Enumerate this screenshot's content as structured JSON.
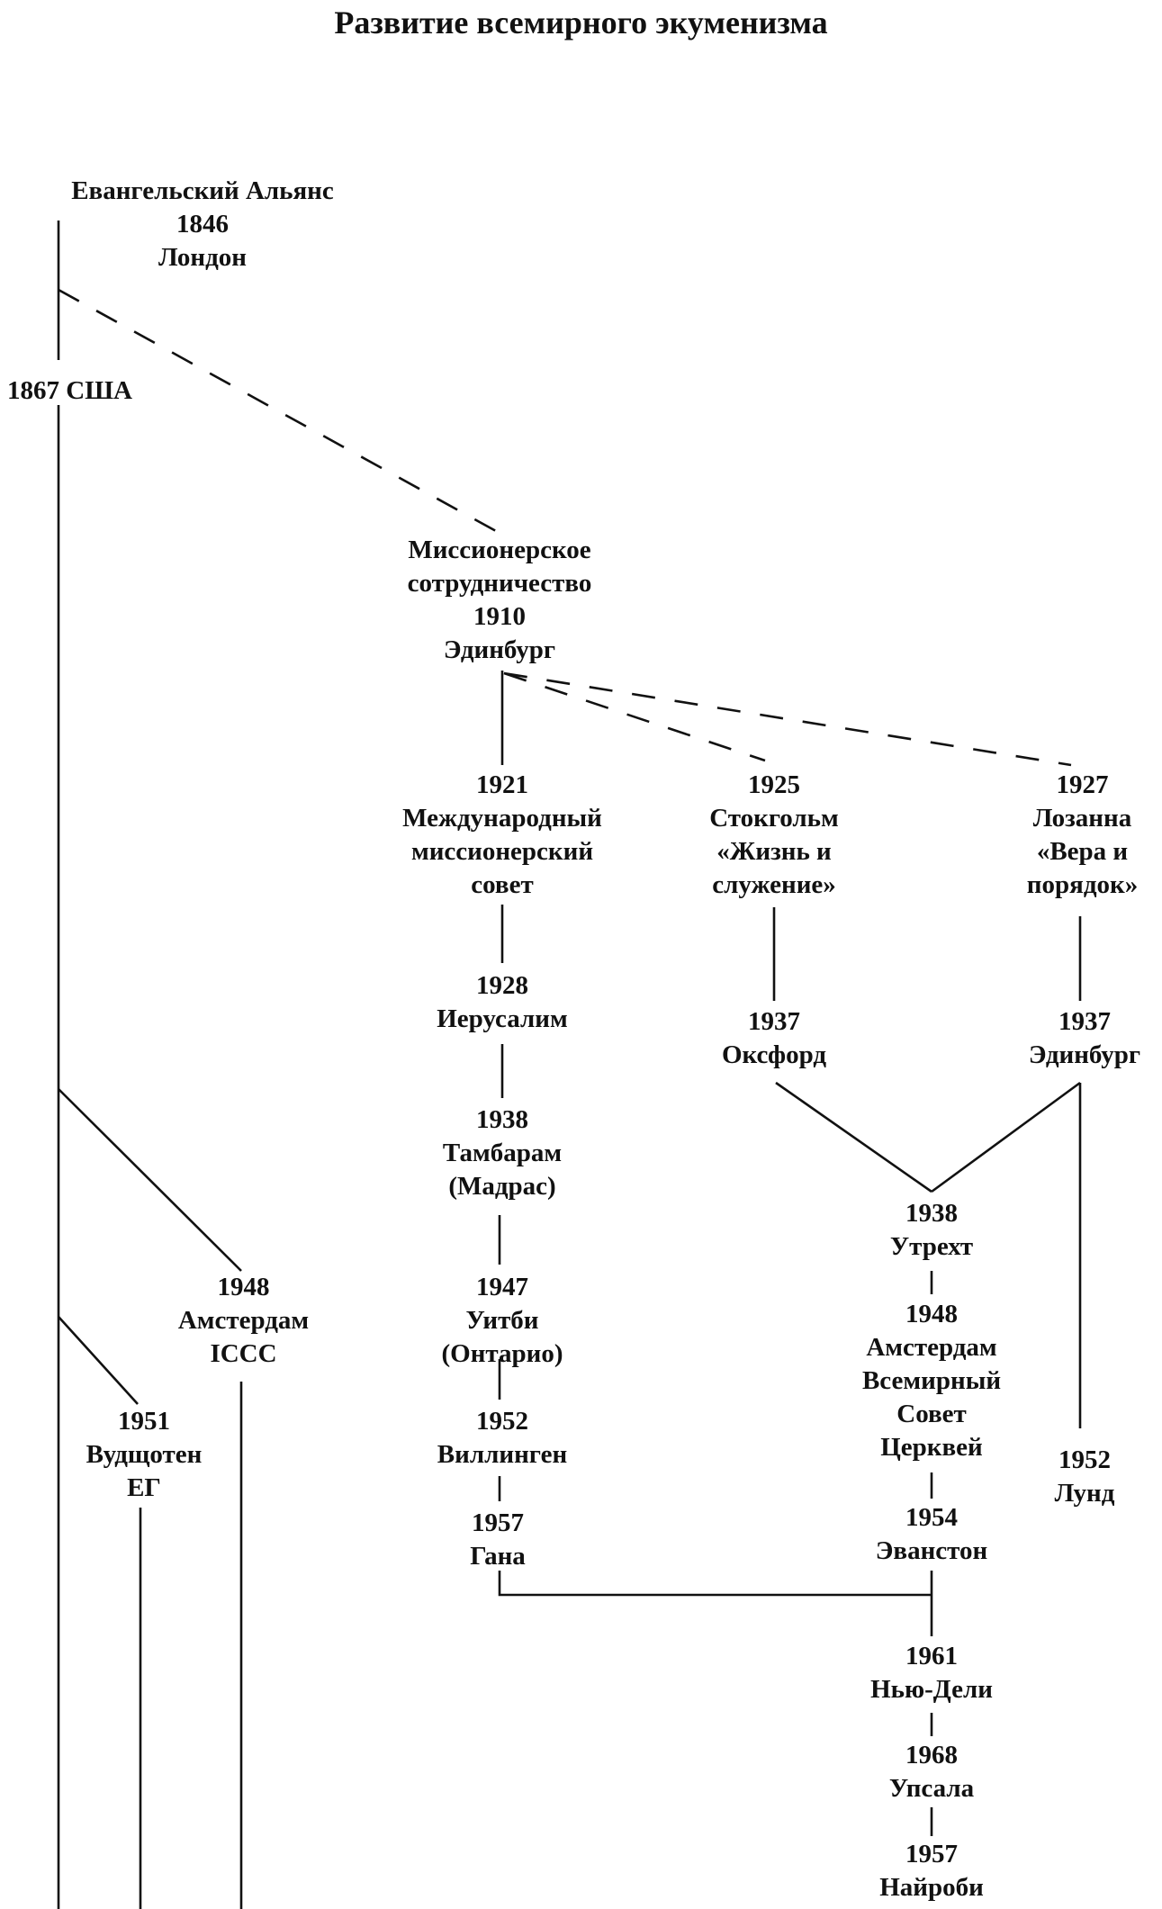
{
  "title": "Развитие всемирного экуменизма",
  "nodes": {
    "alliance": [
      "Евангельский Альянс",
      "1846",
      "Лондон"
    ],
    "usa": [
      "1867 США"
    ],
    "mission": [
      "Миссионерское",
      "сотрудничество",
      "1910",
      "Эдинбург"
    ],
    "imc": [
      "1921",
      "Международный",
      "миссионерский",
      "совет"
    ],
    "stockholm": [
      "1925",
      "Стокгольм",
      "«Жизнь и",
      "служение»"
    ],
    "lausanne": [
      "1927",
      "Лозанна",
      "«Вера и",
      "порядок»"
    ],
    "jerusalem": [
      "1928",
      "Иерусалим"
    ],
    "oxford": [
      "1937",
      "Оксфорд"
    ],
    "edinburgh37": [
      "1937",
      "Эдинбург"
    ],
    "tambaram": [
      "1938",
      "Тамбарам",
      "(Мадрас)"
    ],
    "utrecht": [
      "1938",
      "Утрехт"
    ],
    "amsterdam_icc": [
      "1948",
      "Амстердам",
      "ICCC"
    ],
    "whitby": [
      "1947",
      "Уитби",
      "(Онтарио)"
    ],
    "amsterdam_wcc": [
      "1948",
      "Амстердам",
      "Всемирный",
      "Совет",
      "Церквей"
    ],
    "woudschoten": [
      "1951",
      "Вудщотен",
      "ЕГ"
    ],
    "willingen": [
      "1952",
      "Виллинген"
    ],
    "lund": [
      "1952",
      "Лунд"
    ],
    "evanston": [
      "1954",
      "Эванстон"
    ],
    "ghana": [
      "1957",
      "Гана"
    ],
    "newdelhi": [
      "1961",
      "Нью-Дели"
    ],
    "uppsala": [
      "1968",
      "Упсала"
    ],
    "nairobi": [
      "1957",
      "Найроби"
    ]
  }
}
